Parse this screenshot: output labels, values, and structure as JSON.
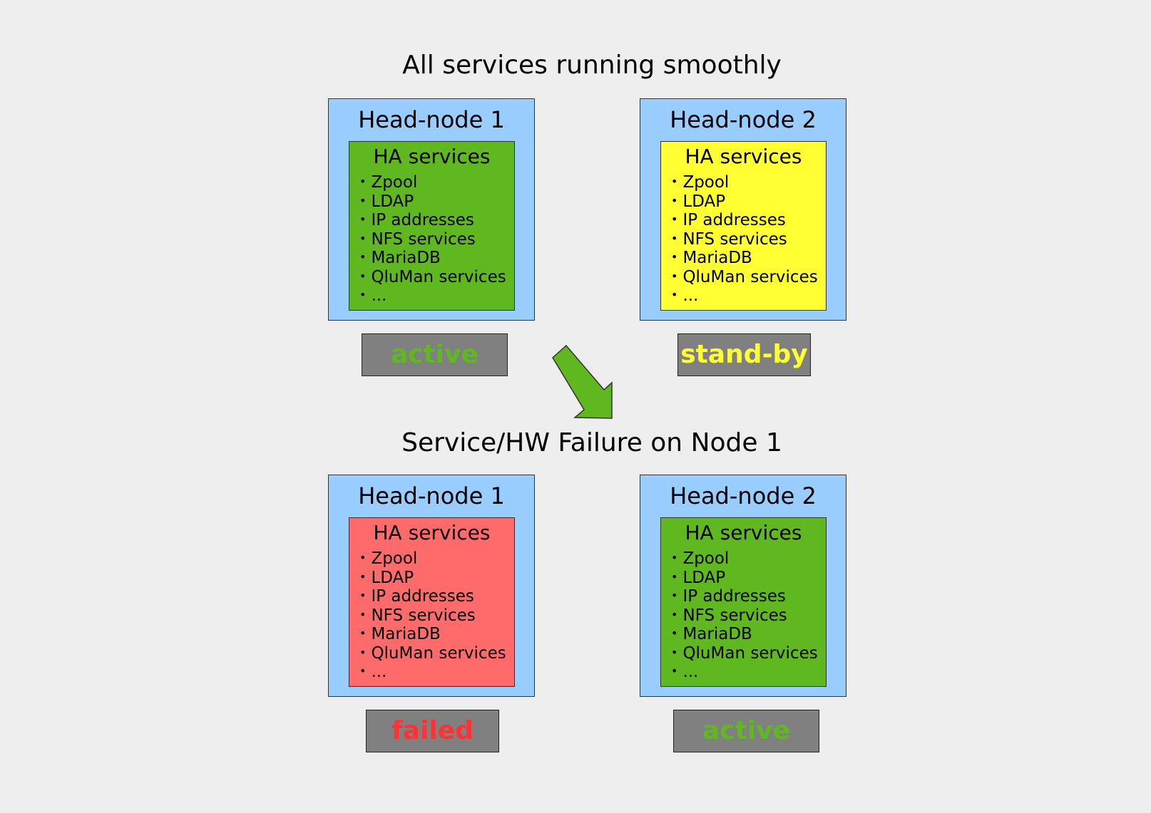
{
  "colors": {
    "background": "#eeeeee",
    "node": "#99ccff",
    "active": "#5fb81f",
    "standby": "#ffff33",
    "failed": "#ff6b6b",
    "status_box": "#808080",
    "status_active_text": "#5fb81f",
    "status_standby_text": "#ffff33",
    "status_failed_text": "#ff3333"
  },
  "scenario_1": {
    "title": "All services running smoothly",
    "node_1": {
      "name": "Head-node 1",
      "services_title": "HA services",
      "services": [
        "Zpool",
        "LDAP",
        "IP addresses",
        "NFS services",
        "MariaDB",
        "QluMan services",
        "..."
      ],
      "status": "active"
    },
    "node_2": {
      "name": "Head-node 2",
      "services_title": "HA services",
      "services": [
        "Zpool",
        "LDAP",
        "IP addresses",
        "NFS services",
        "MariaDB",
        "QluMan services",
        "..."
      ],
      "status": "stand-by"
    }
  },
  "scenario_2": {
    "title": "Service/HW Failure on Node 1",
    "node_1": {
      "name": "Head-node 1",
      "services_title": "HA services",
      "services": [
        "Zpool",
        "LDAP",
        "IP addresses",
        "NFS services",
        "MariaDB",
        "QluMan services",
        "..."
      ],
      "status": "failed"
    },
    "node_2": {
      "name": "Head-node 2",
      "services_title": "HA services",
      "services": [
        "Zpool",
        "LDAP",
        "IP addresses",
        "NFS services",
        "MariaDB",
        "QluMan services",
        "..."
      ],
      "status": "active"
    }
  },
  "arrow": {
    "icon": "down-right-arrow-icon"
  }
}
